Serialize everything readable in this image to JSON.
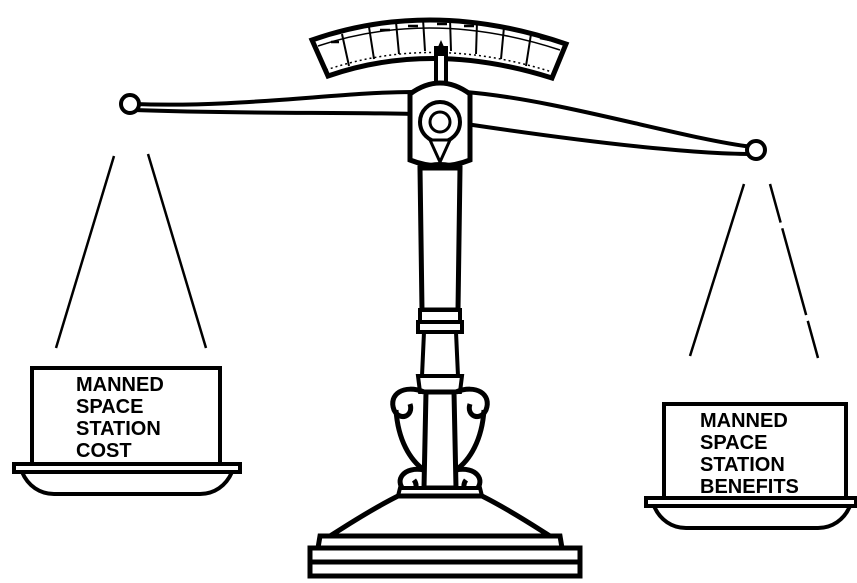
{
  "left_pan": {
    "label_lines": [
      "MANNED",
      "SPACE",
      "STATION",
      "COST"
    ]
  },
  "right_pan": {
    "label_lines": [
      "MANNED",
      "SPACE",
      "STATION",
      "BENEFITS"
    ]
  },
  "colors": {
    "ink": "#000000",
    "paper": "#ffffff"
  }
}
